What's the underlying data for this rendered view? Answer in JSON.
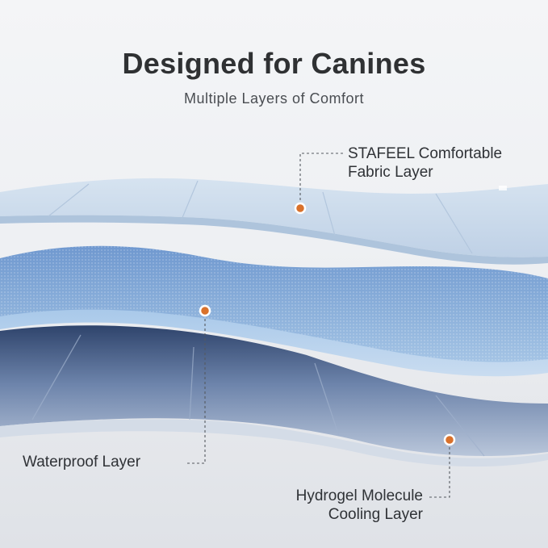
{
  "header": {
    "title": "Designed for Canines",
    "subtitle": "Multiple Layers of Comfort"
  },
  "callouts": {
    "fabric": {
      "line1": "STAFEEL Comfortable",
      "line2": "Fabric Layer"
    },
    "waterproof": {
      "line1": "Waterproof Layer"
    },
    "hydrogel": {
      "line1": "Hydrogel Molecule",
      "line2": "Cooling Layer"
    }
  },
  "colors": {
    "fabric_layer": "#c9d9ea",
    "gel_layer": "#8fb3dc",
    "waterproof_layer": "#7f96b8",
    "marker": "#d9712b",
    "title_text": "#2f3133"
  }
}
